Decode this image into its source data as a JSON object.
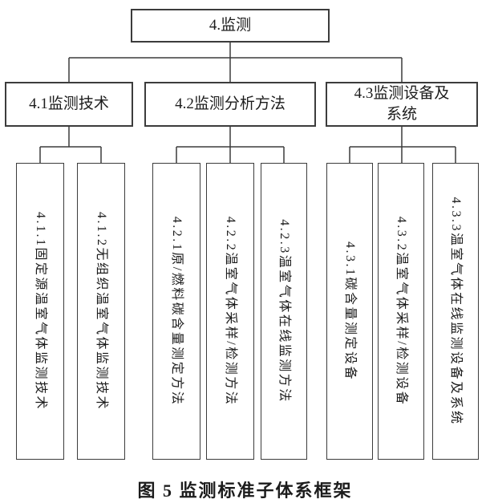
{
  "diagram": {
    "title_node": {
      "label": "4.监测"
    },
    "level2": [
      {
        "id": "4.1",
        "label": "4.1监测技术",
        "children": [
          "4.1.1固定源温室气体监测技术",
          "4.1.2无组织温室气体监测技术"
        ]
      },
      {
        "id": "4.2",
        "label": "4.2监测分析方法",
        "children": [
          "4.2.1原/燃料碳含量测定方法",
          "4.2.2温室气体采样/检测方法",
          "4.2.3温室气体在线监测方法"
        ]
      },
      {
        "id": "4.3",
        "label": "4.3监测设备及系统",
        "children": [
          "4.3.1碳含量测定设备",
          "4.3.2温室气体采样/检测设备",
          "4.3.3温室气体在线监测设备及系统"
        ]
      }
    ],
    "caption": "图 5 监测标准子体系框架",
    "colors": {
      "border": "#3c3c3c",
      "text": "#1c1c1c",
      "background": "#ffffff"
    }
  }
}
